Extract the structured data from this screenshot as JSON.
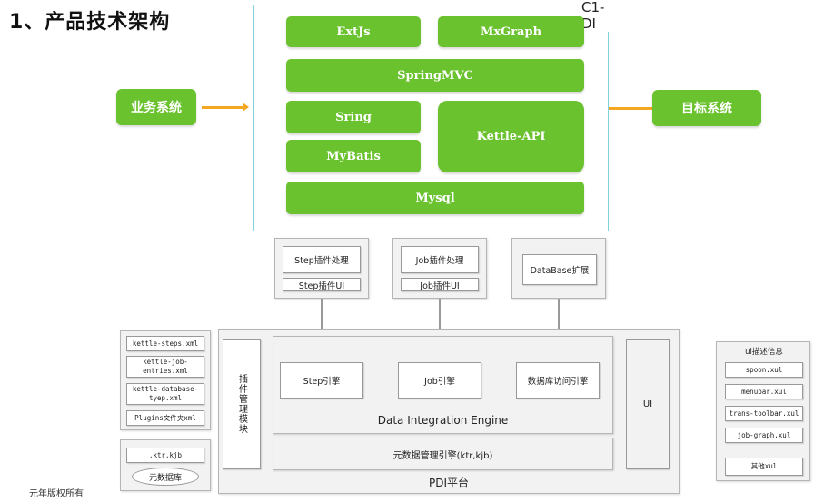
{
  "title": "1、产品技术架构",
  "frame_label": "C1-DI",
  "top_stack": {
    "extjs": "ExtJs",
    "mxgraph": "MxGraph",
    "springmvc": "SpringMVC",
    "sring": "Sring",
    "mybatis": "MyBatis",
    "kettle_api": "Kettle-API",
    "mysql": "Mysql"
  },
  "left_system": "业务系统",
  "right_system": "目标系统",
  "plugins": {
    "step_title": "Step插件处理",
    "step_ui": "Step插件UI",
    "job_title": "Job插件处理",
    "job_ui": "Job插件UI",
    "db_title": "DataBase扩展"
  },
  "pdi": {
    "plugin_mgmt": "插件管理模块",
    "step_engine": "Step引擎",
    "job_engine": "Job引擎",
    "db_engine": "数据库访问引擎",
    "die_label": "Data Integration Engine",
    "metadata_engine": "元数据管理引擎(ktr,kjb)",
    "ui": "UI",
    "platform_label": "PDI平台"
  },
  "left_files": [
    "kettle-steps.xml",
    "kettle-job-\nentries.xml",
    "kettle-database-\ntyep.xml",
    "Plugins文件夹xml"
  ],
  "left_repo": {
    "files": ".ktr,kjb",
    "db": "元数据库"
  },
  "right_ui": {
    "title": "ui描述信息",
    "files": [
      "spoon.xul",
      "menubar.xul",
      "trans-toolbar.xul",
      "job-graph.xul",
      "其他xul"
    ]
  },
  "copyright": "元年版权所有",
  "colors": {
    "green": "#6ac22f",
    "frame_border": "#7fd3df",
    "arrow": "#f5a623"
  }
}
